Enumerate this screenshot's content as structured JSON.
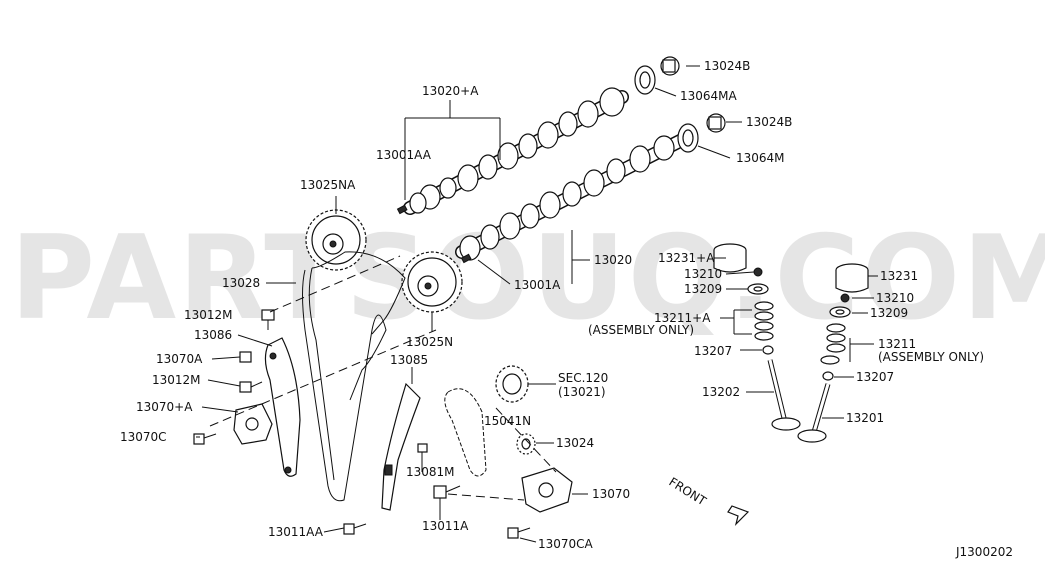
{
  "watermark": "PARTSOUQ.COM",
  "diagram_code": "J1300202",
  "front_label": "FRONT",
  "labels": {
    "l13020a": "13020+A",
    "l13001aa": "13001AA",
    "l13025na": "13025NA",
    "l13028": "13028",
    "l13012m_1": "13012M",
    "l13086": "13086",
    "l13070a": "13070A",
    "l13012m_2": "13012M",
    "l13070plus": "13070+A",
    "l13070c": "13070C",
    "l13011aa": "13011AA",
    "l13024b_1": "13024B",
    "l13064ma": "13064MA",
    "l13024b_2": "13024B",
    "l13064m": "13064M",
    "l13020": "13020",
    "l13001a": "13001A",
    "l13025n": "13025N",
    "l13085": "13085",
    "lsec120": "SEC.120",
    "lsec120b": "(13021)",
    "l15041n": "15041N",
    "l13024": "13024",
    "l13081m": "13081M",
    "l13011a": "13011A",
    "l13070": "13070",
    "l13070ca": "13070CA",
    "l13231a": "13231+A",
    "l13210_1": "13210",
    "l13209_1": "13209",
    "l13211a": "13211+A",
    "lasm1": "(ASSEMBLY ONLY)",
    "l13207_1": "13207",
    "l13202": "13202",
    "l13231": "13231",
    "l13210_2": "13210",
    "l13209_2": "13209",
    "l13211": "13211",
    "lasm2": "(ASSEMBLY ONLY)",
    "l13207_2": "13207",
    "l13201": "13201"
  }
}
